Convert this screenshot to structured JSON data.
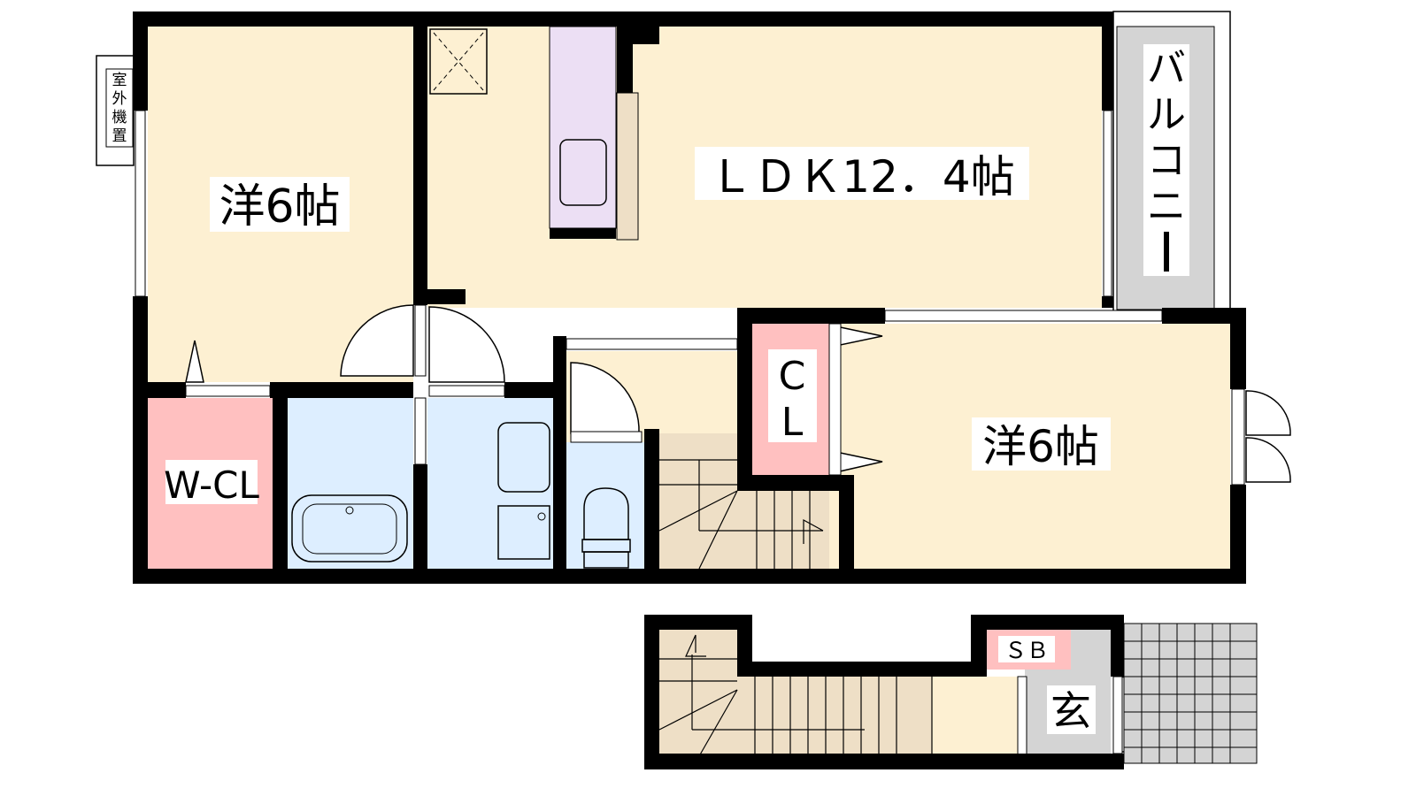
{
  "rooms": {
    "western_room_1": "洋6帖",
    "ldk": "ＬＤＫ12．4帖",
    "western_room_2": "洋6帖",
    "walk_in_closet": "W-CL",
    "closet_c": "C",
    "closet_l": "L",
    "balcony": [
      "バ",
      "ル",
      "コ",
      "ニ",
      "ー"
    ],
    "outdoor_unit": [
      "室",
      "外",
      "機",
      "置"
    ],
    "shoe_box": "ＳＢ",
    "entrance": "玄"
  },
  "colors": {
    "room": "#fdf0d2",
    "closet": "#ffc0c0",
    "wet_area": "#ddeeff",
    "kitchen": "#ecdff4",
    "stairs": "#eedfc6",
    "balcony": "#d4d4d4",
    "wall": "#000000"
  }
}
